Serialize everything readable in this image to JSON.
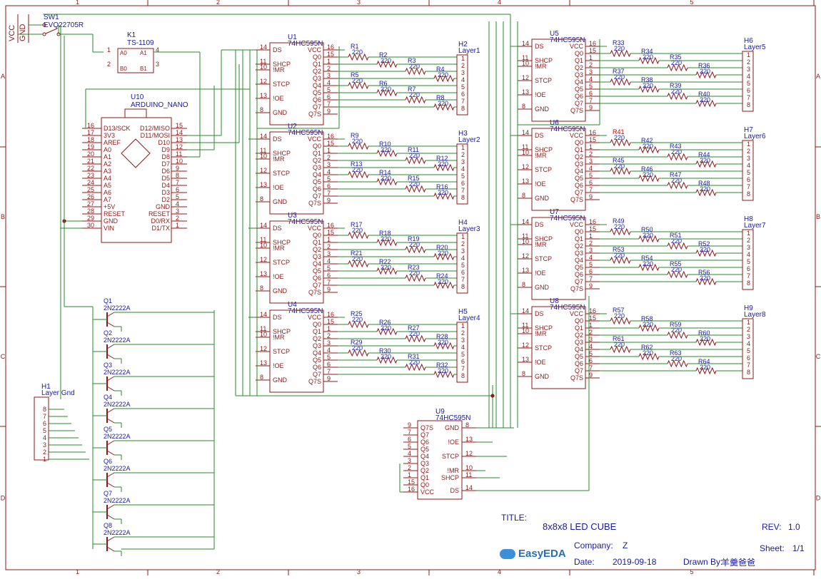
{
  "frame": {
    "col_labels": [
      "1",
      "2",
      "3",
      "4",
      "5"
    ],
    "row_labels": [
      "A",
      "B",
      "C",
      "D"
    ]
  },
  "power": {
    "vcc": "VCC",
    "gnd": "GND"
  },
  "switch": {
    "ref": "SW1",
    "part": "EVQ22705R"
  },
  "relay": {
    "ref": "K1",
    "part": "TS-1109",
    "pins": [
      "1",
      "2",
      "3",
      "4"
    ],
    "contacts": [
      "A0",
      "A1",
      "B0",
      "B1"
    ]
  },
  "arduino": {
    "ref": "U10",
    "part": "ARDUINO_NANO",
    "left_pins": [
      {
        "num": "16",
        "name": "D13/SCK"
      },
      {
        "num": "17",
        "name": "3V3"
      },
      {
        "num": "18",
        "name": "AREF"
      },
      {
        "num": "19",
        "name": "A0"
      },
      {
        "num": "20",
        "name": "A1"
      },
      {
        "num": "21",
        "name": "A2"
      },
      {
        "num": "22",
        "name": "A3"
      },
      {
        "num": "23",
        "name": "A4"
      },
      {
        "num": "24",
        "name": "A5"
      },
      {
        "num": "25",
        "name": "A6"
      },
      {
        "num": "26",
        "name": "A7"
      },
      {
        "num": "27",
        "name": "+5V"
      },
      {
        "num": "28",
        "name": "RESET"
      },
      {
        "num": "29",
        "name": "GND"
      },
      {
        "num": "30",
        "name": "VIN"
      }
    ],
    "right_pins": [
      {
        "num": "15",
        "name": "D12/MISO"
      },
      {
        "num": "14",
        "name": "D11/MOSI"
      },
      {
        "num": "13",
        "name": "D10"
      },
      {
        "num": "12",
        "name": "D9"
      },
      {
        "num": "11",
        "name": "D8"
      },
      {
        "num": "10",
        "name": "D7"
      },
      {
        "num": "9",
        "name": "D6"
      },
      {
        "num": "8",
        "name": "D5"
      },
      {
        "num": "7",
        "name": "D4"
      },
      {
        "num": "6",
        "name": "D3"
      },
      {
        "num": "5",
        "name": "D2"
      },
      {
        "num": "4",
        "name": "GND"
      },
      {
        "num": "3",
        "name": "RESET"
      },
      {
        "num": "2",
        "name": "D0/RX"
      },
      {
        "num": "1",
        "name": "D1/TX"
      }
    ]
  },
  "shift_registers": [
    {
      "ref": "U1",
      "part": "74HC595N",
      "resistors": [
        "R1",
        "R2",
        "R3",
        "R4",
        "R5",
        "R6",
        "R7",
        "R8"
      ]
    },
    {
      "ref": "U2",
      "part": "74HC595N",
      "resistors": [
        "R9",
        "R10",
        "R11",
        "R12",
        "R13",
        "R14",
        "R15",
        "R16"
      ]
    },
    {
      "ref": "U3",
      "part": "74HC595N",
      "resistors": [
        "R17",
        "R18",
        "R19",
        "R20",
        "R21",
        "R22",
        "R23",
        "R24"
      ]
    },
    {
      "ref": "U4",
      "part": "74HC595N",
      "resistors": [
        "R25",
        "R26",
        "R27",
        "R28",
        "R29",
        "R30",
        "R31",
        "R32"
      ]
    },
    {
      "ref": "U5",
      "part": "74HC595N",
      "resistors": [
        "R33",
        "R34",
        "R35",
        "R36",
        "R37",
        "R38",
        "R39",
        "R40"
      ]
    },
    {
      "ref": "U6",
      "part": "74HC595N",
      "resistors": [
        "R41",
        "R42",
        "R43",
        "R44",
        "R45",
        "R46",
        "R47",
        "R48"
      ]
    },
    {
      "ref": "U7",
      "part": "74HC595N",
      "resistors": [
        "R49",
        "R50",
        "R51",
        "R52",
        "R53",
        "R54",
        "R55",
        "R56"
      ]
    },
    {
      "ref": "U8",
      "part": "74HC595N",
      "resistors": [
        "R57",
        "R58",
        "R59",
        "R60",
        "R61",
        "R62",
        "R63",
        "R64"
      ]
    }
  ],
  "resistor_value": "220",
  "sr_left_pins": [
    {
      "num": "14",
      "name": "DS"
    },
    {
      "num": "11",
      "name": "SHCP"
    },
    {
      "num": "10",
      "name": "!MR"
    },
    {
      "num": "12",
      "name": "STCP"
    },
    {
      "num": "13",
      "name": "!OE"
    },
    {
      "num": "8",
      "name": "GND"
    }
  ],
  "sr_right_pins": [
    {
      "num": "16",
      "name": "VCC"
    },
    {
      "num": "15",
      "name": "Q0"
    },
    {
      "num": "1",
      "name": "Q1"
    },
    {
      "num": "2",
      "name": "Q2"
    },
    {
      "num": "3",
      "name": "Q3"
    },
    {
      "num": "4",
      "name": "Q4"
    },
    {
      "num": "5",
      "name": "Q5"
    },
    {
      "num": "6",
      "name": "Q6"
    },
    {
      "num": "7",
      "name": "Q7"
    },
    {
      "num": "9",
      "name": "Q7S"
    }
  ],
  "headers": [
    {
      "ref": "H2",
      "name": "Layer1"
    },
    {
      "ref": "H3",
      "name": "Layer2"
    },
    {
      "ref": "H4",
      "name": "Layer3"
    },
    {
      "ref": "H5",
      "name": "Layer4"
    },
    {
      "ref": "H6",
      "name": "Layer5"
    },
    {
      "ref": "H7",
      "name": "Layer6"
    },
    {
      "ref": "H8",
      "name": "Layer7"
    },
    {
      "ref": "H9",
      "name": "Layer8"
    }
  ],
  "header_pins": [
    "1",
    "2",
    "3",
    "4",
    "5",
    "6",
    "7",
    "8"
  ],
  "u9": {
    "ref": "U9",
    "part": "74HC595N",
    "left_pins": [
      {
        "num": "9",
        "name": "Q7S"
      },
      {
        "num": "7",
        "name": "Q7"
      },
      {
        "num": "6",
        "name": "Q6"
      },
      {
        "num": "5",
        "name": "Q5"
      },
      {
        "num": "4",
        "name": "Q4"
      },
      {
        "num": "3",
        "name": "Q3"
      },
      {
        "num": "2",
        "name": "Q2"
      },
      {
        "num": "1",
        "name": "Q1"
      },
      {
        "num": "15",
        "name": "Q0"
      },
      {
        "num": "16",
        "name": "VCC"
      }
    ],
    "right_pins": [
      {
        "num": "8",
        "name": "GND"
      },
      {
        "num": "13",
        "name": "!OE"
      },
      {
        "num": "12",
        "name": "STCP"
      },
      {
        "num": "10",
        "name": "!MR"
      },
      {
        "num": "11",
        "name": "SHCP"
      },
      {
        "num": "14",
        "name": "DS"
      }
    ]
  },
  "transistors": [
    {
      "ref": "Q1",
      "part": "2N2222A"
    },
    {
      "ref": "Q2",
      "part": "2N2222A"
    },
    {
      "ref": "Q3",
      "part": "2N2222A"
    },
    {
      "ref": "Q4",
      "part": "2N2222A"
    },
    {
      "ref": "Q5",
      "part": "2N2222A"
    },
    {
      "ref": "Q6",
      "part": "2N2222A"
    },
    {
      "ref": "Q7",
      "part": "2N2222A"
    },
    {
      "ref": "Q8",
      "part": "2N2222A"
    }
  ],
  "h1": {
    "ref": "H1",
    "name": "Layer Gnd",
    "pins": [
      "8",
      "7",
      "6",
      "5",
      "4",
      "3",
      "2",
      "1"
    ]
  },
  "title_block": {
    "title_label": "TITLE:",
    "title": "8x8x8 LED CUBE",
    "rev_label": "REV:",
    "rev": "1.0",
    "company_label": "Company:",
    "company": "Z",
    "sheet_label": "Sheet:",
    "sheet": "1/1",
    "date_label": "Date:",
    "date": "2019-09-18",
    "drawn_label": "Drawn By:",
    "drawn_by": "羊羹爸爸",
    "logo": "EasyEDA"
  },
  "colors": {
    "border": "#8b1a1a",
    "wire": "#2a8a2a",
    "ink": "#8b1a1a",
    "label": "#1a1aa0",
    "red_label": "#cc0000"
  }
}
